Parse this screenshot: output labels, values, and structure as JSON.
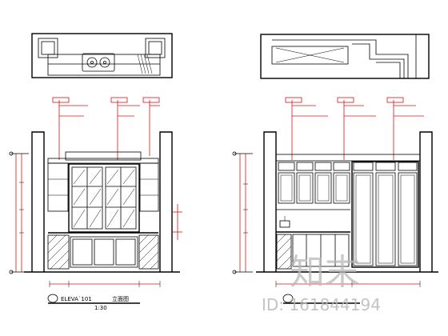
{
  "drawing": {
    "left_view": {
      "tags": [
        "",
        "",
        ""
      ],
      "notes": [
        "",
        "",
        ""
      ],
      "title": "ELEVA`101",
      "sub_title": "立面图",
      "scale": "1:30",
      "dims_vertical": [
        "",
        "",
        "",
        "",
        ""
      ]
    },
    "right_view": {
      "tags": [
        "",
        "",
        ""
      ],
      "notes": [
        "",
        "",
        ""
      ],
      "title": ""
    },
    "watermark": {
      "logo_text": "知末",
      "id_text": "ID: 161844194"
    }
  }
}
